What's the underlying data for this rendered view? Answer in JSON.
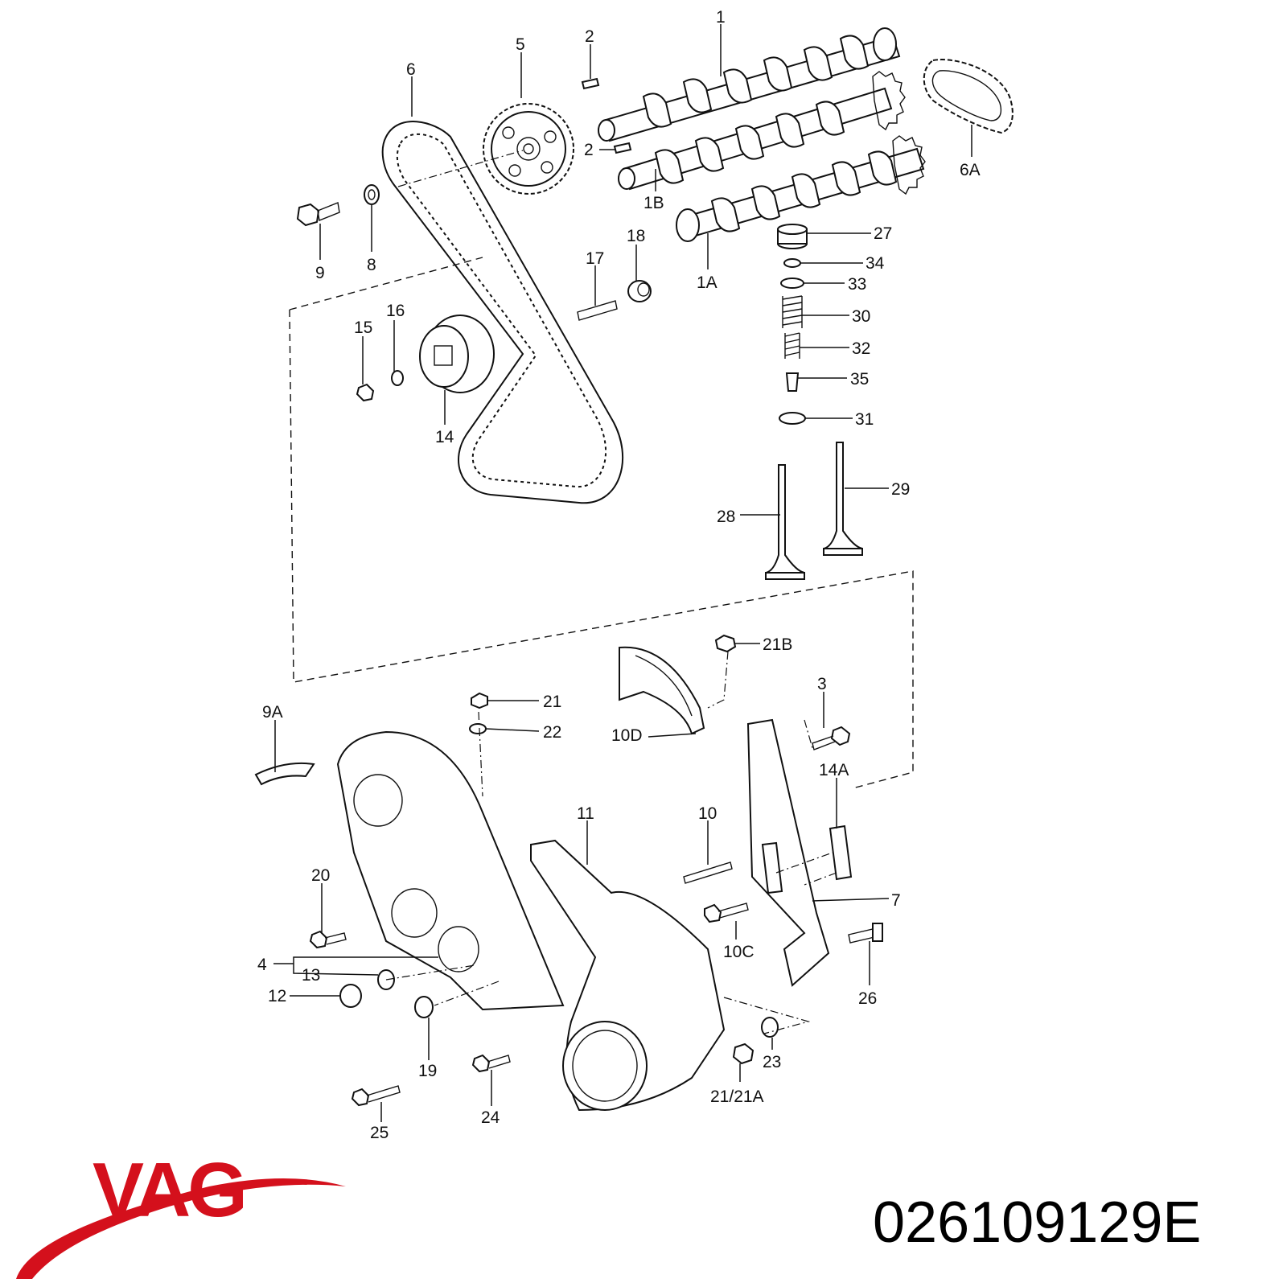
{
  "brand": {
    "logo_text": "VAG",
    "color": "#d4101c"
  },
  "part_number": "026109129E",
  "callouts": {
    "c1": "1",
    "c2a": "2",
    "c2b": "2",
    "c1B": "1B",
    "c1A": "1A",
    "c6A": "6A",
    "c5": "5",
    "c6": "6",
    "c9": "9",
    "c8": "8",
    "c17": "17",
    "c18": "18",
    "c15": "15",
    "c16": "16",
    "c14": "14",
    "c27": "27",
    "c34": "34",
    "c33": "33",
    "c30": "30",
    "c32": "32",
    "c35": "35",
    "c31": "31",
    "c29": "29",
    "c28": "28",
    "c21B": "21B",
    "c10D": "10D",
    "c21": "21",
    "c22": "22",
    "c9A": "9A",
    "c3": "3",
    "c14A": "14A",
    "c11": "11",
    "c10": "10",
    "c7": "7",
    "c10C": "10C",
    "c20": "20",
    "c4": "4",
    "c13": "13",
    "c12": "12",
    "c26": "26",
    "c19": "19",
    "c24": "24",
    "c25": "25",
    "c23": "23",
    "c21_21A": "21/21A"
  }
}
